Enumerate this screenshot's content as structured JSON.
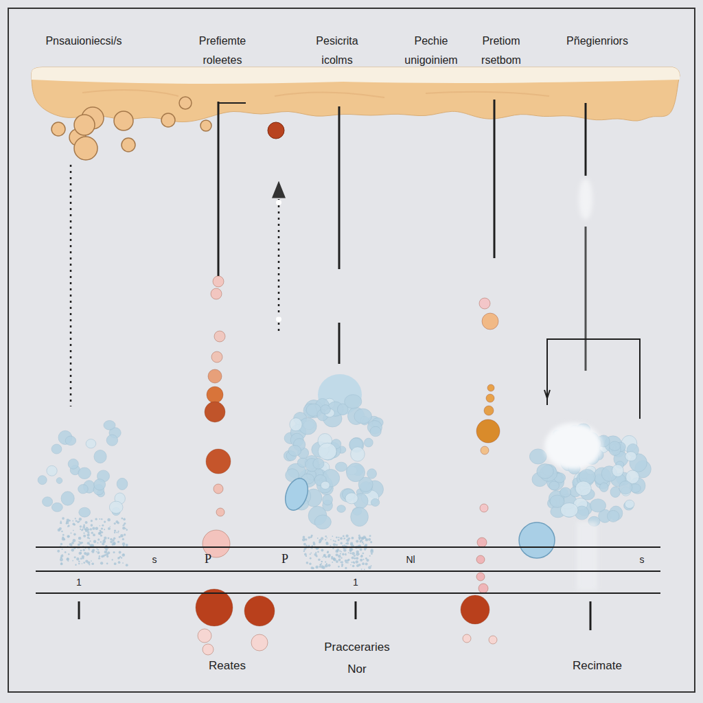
{
  "diagram": {
    "labels": [
      "Pnsauioniecsi/s",
      "Prefiemte roleetes",
      "Pesicrita icolms",
      "Pechie unigoiniem",
      "Pretiom rsetbom",
      "Pñegienriors",
      "s",
      "P",
      "P",
      "Nl",
      "s",
      "1",
      "1",
      "Reates",
      "Pracceraries",
      "Nor",
      "Recimate"
    ]
  }
}
